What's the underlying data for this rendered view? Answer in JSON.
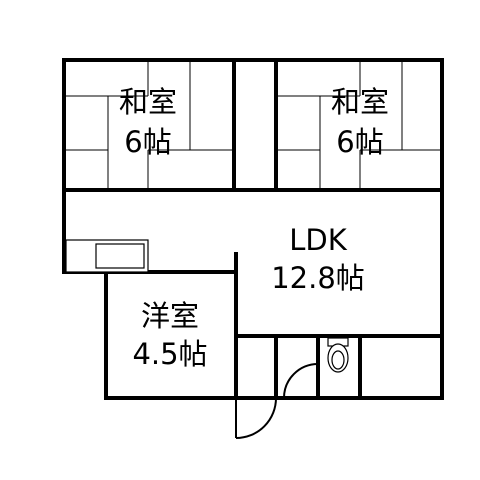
{
  "rooms": {
    "washitsu_left": {
      "name": "和室",
      "size": "6帖"
    },
    "washitsu_right": {
      "name": "和室",
      "size": "6帖"
    },
    "ldk": {
      "name": "LDK",
      "size": "12.8帖"
    },
    "youshitsu": {
      "name": "洋室",
      "size": "4.5帖"
    }
  }
}
